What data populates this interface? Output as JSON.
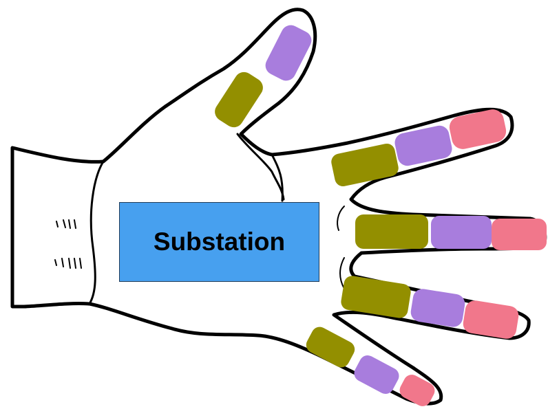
{
  "colors": {
    "olive": "#938f00",
    "violet": "#a87ddd",
    "pink": "#f1778b",
    "blue": "#47a0ef"
  },
  "substation": {
    "label": "Substation"
  },
  "segments": {
    "thumb": [
      "olive",
      "violet"
    ],
    "index": [
      "olive",
      "violet",
      "pink"
    ],
    "middle": [
      "olive",
      "violet",
      "pink"
    ],
    "ring": [
      "olive",
      "violet",
      "pink"
    ],
    "pinky": [
      "olive",
      "violet",
      "pink"
    ]
  }
}
